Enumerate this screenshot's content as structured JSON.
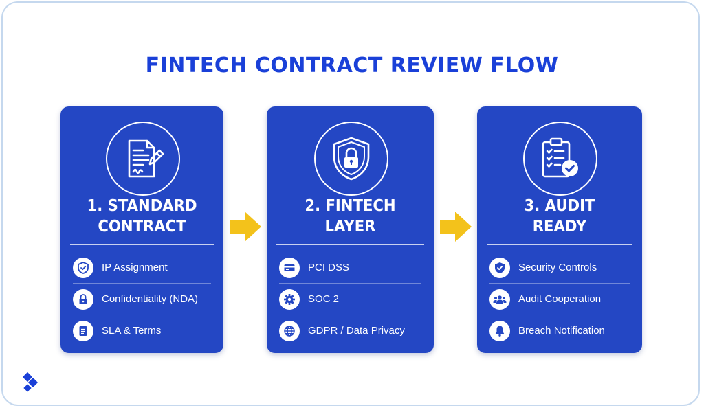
{
  "title": "FINTECH CONTRACT REVIEW FLOW",
  "colors": {
    "title": "#1a40d8",
    "card": "#2447c4",
    "arrow": "#f3c21b",
    "frame_border": "#c5d8ee"
  },
  "steps": [
    {
      "title_line1": "1. STANDARD",
      "title_line2": "CONTRACT",
      "icon": "contract-document-pen-icon",
      "items": [
        {
          "label": "IP Assignment",
          "icon": "shield-check-icon"
        },
        {
          "label": "Confidentiality (NDA)",
          "icon": "lock-icon"
        },
        {
          "label": "SLA & Terms",
          "icon": "document-icon"
        }
      ]
    },
    {
      "title_line1": "2. FINTECH",
      "title_line2": "LAYER",
      "icon": "shield-lock-icon",
      "items": [
        {
          "label": "PCI DSS",
          "icon": "credit-card-icon"
        },
        {
          "label": "SOC 2",
          "icon": "gear-icon"
        },
        {
          "label": "GDPR / Data Privacy",
          "icon": "globe-icon"
        }
      ]
    },
    {
      "title_line1": "3. AUDIT",
      "title_line2": "READY",
      "icon": "clipboard-checklist-icon",
      "items": [
        {
          "label": "Security Controls",
          "icon": "shield-check-icon"
        },
        {
          "label": "Audit Cooperation",
          "icon": "people-group-icon"
        },
        {
          "label": "Breach Notification",
          "icon": "bell-icon"
        }
      ]
    }
  ]
}
